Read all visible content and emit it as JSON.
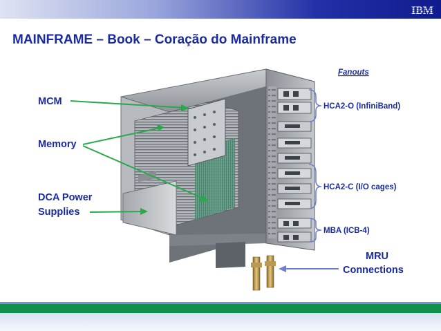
{
  "header": {
    "logo_text": "IBM",
    "title": "MAINFRAME – Book – Coração do Mainframe"
  },
  "diagram": {
    "left_labels": {
      "mcm": "MCM",
      "memory": "Memory",
      "dca_line1": "DCA Power",
      "dca_line2": "Supplies"
    },
    "right_labels": {
      "fanouts": "Fanouts",
      "hca2o": "HCA2-O (InfiniBand)",
      "hca2c": "HCA2-C (I/O cages)",
      "mba": "MBA (ICB-4)",
      "mru_line1": "MRU",
      "mru_line2": "Connections"
    }
  },
  "colors": {
    "title_blue": "#1a2aa0",
    "arrow_green": "#2aa84a",
    "bottom_bar_green": "#10904a",
    "bracket_blue": "#6f7fd0"
  }
}
